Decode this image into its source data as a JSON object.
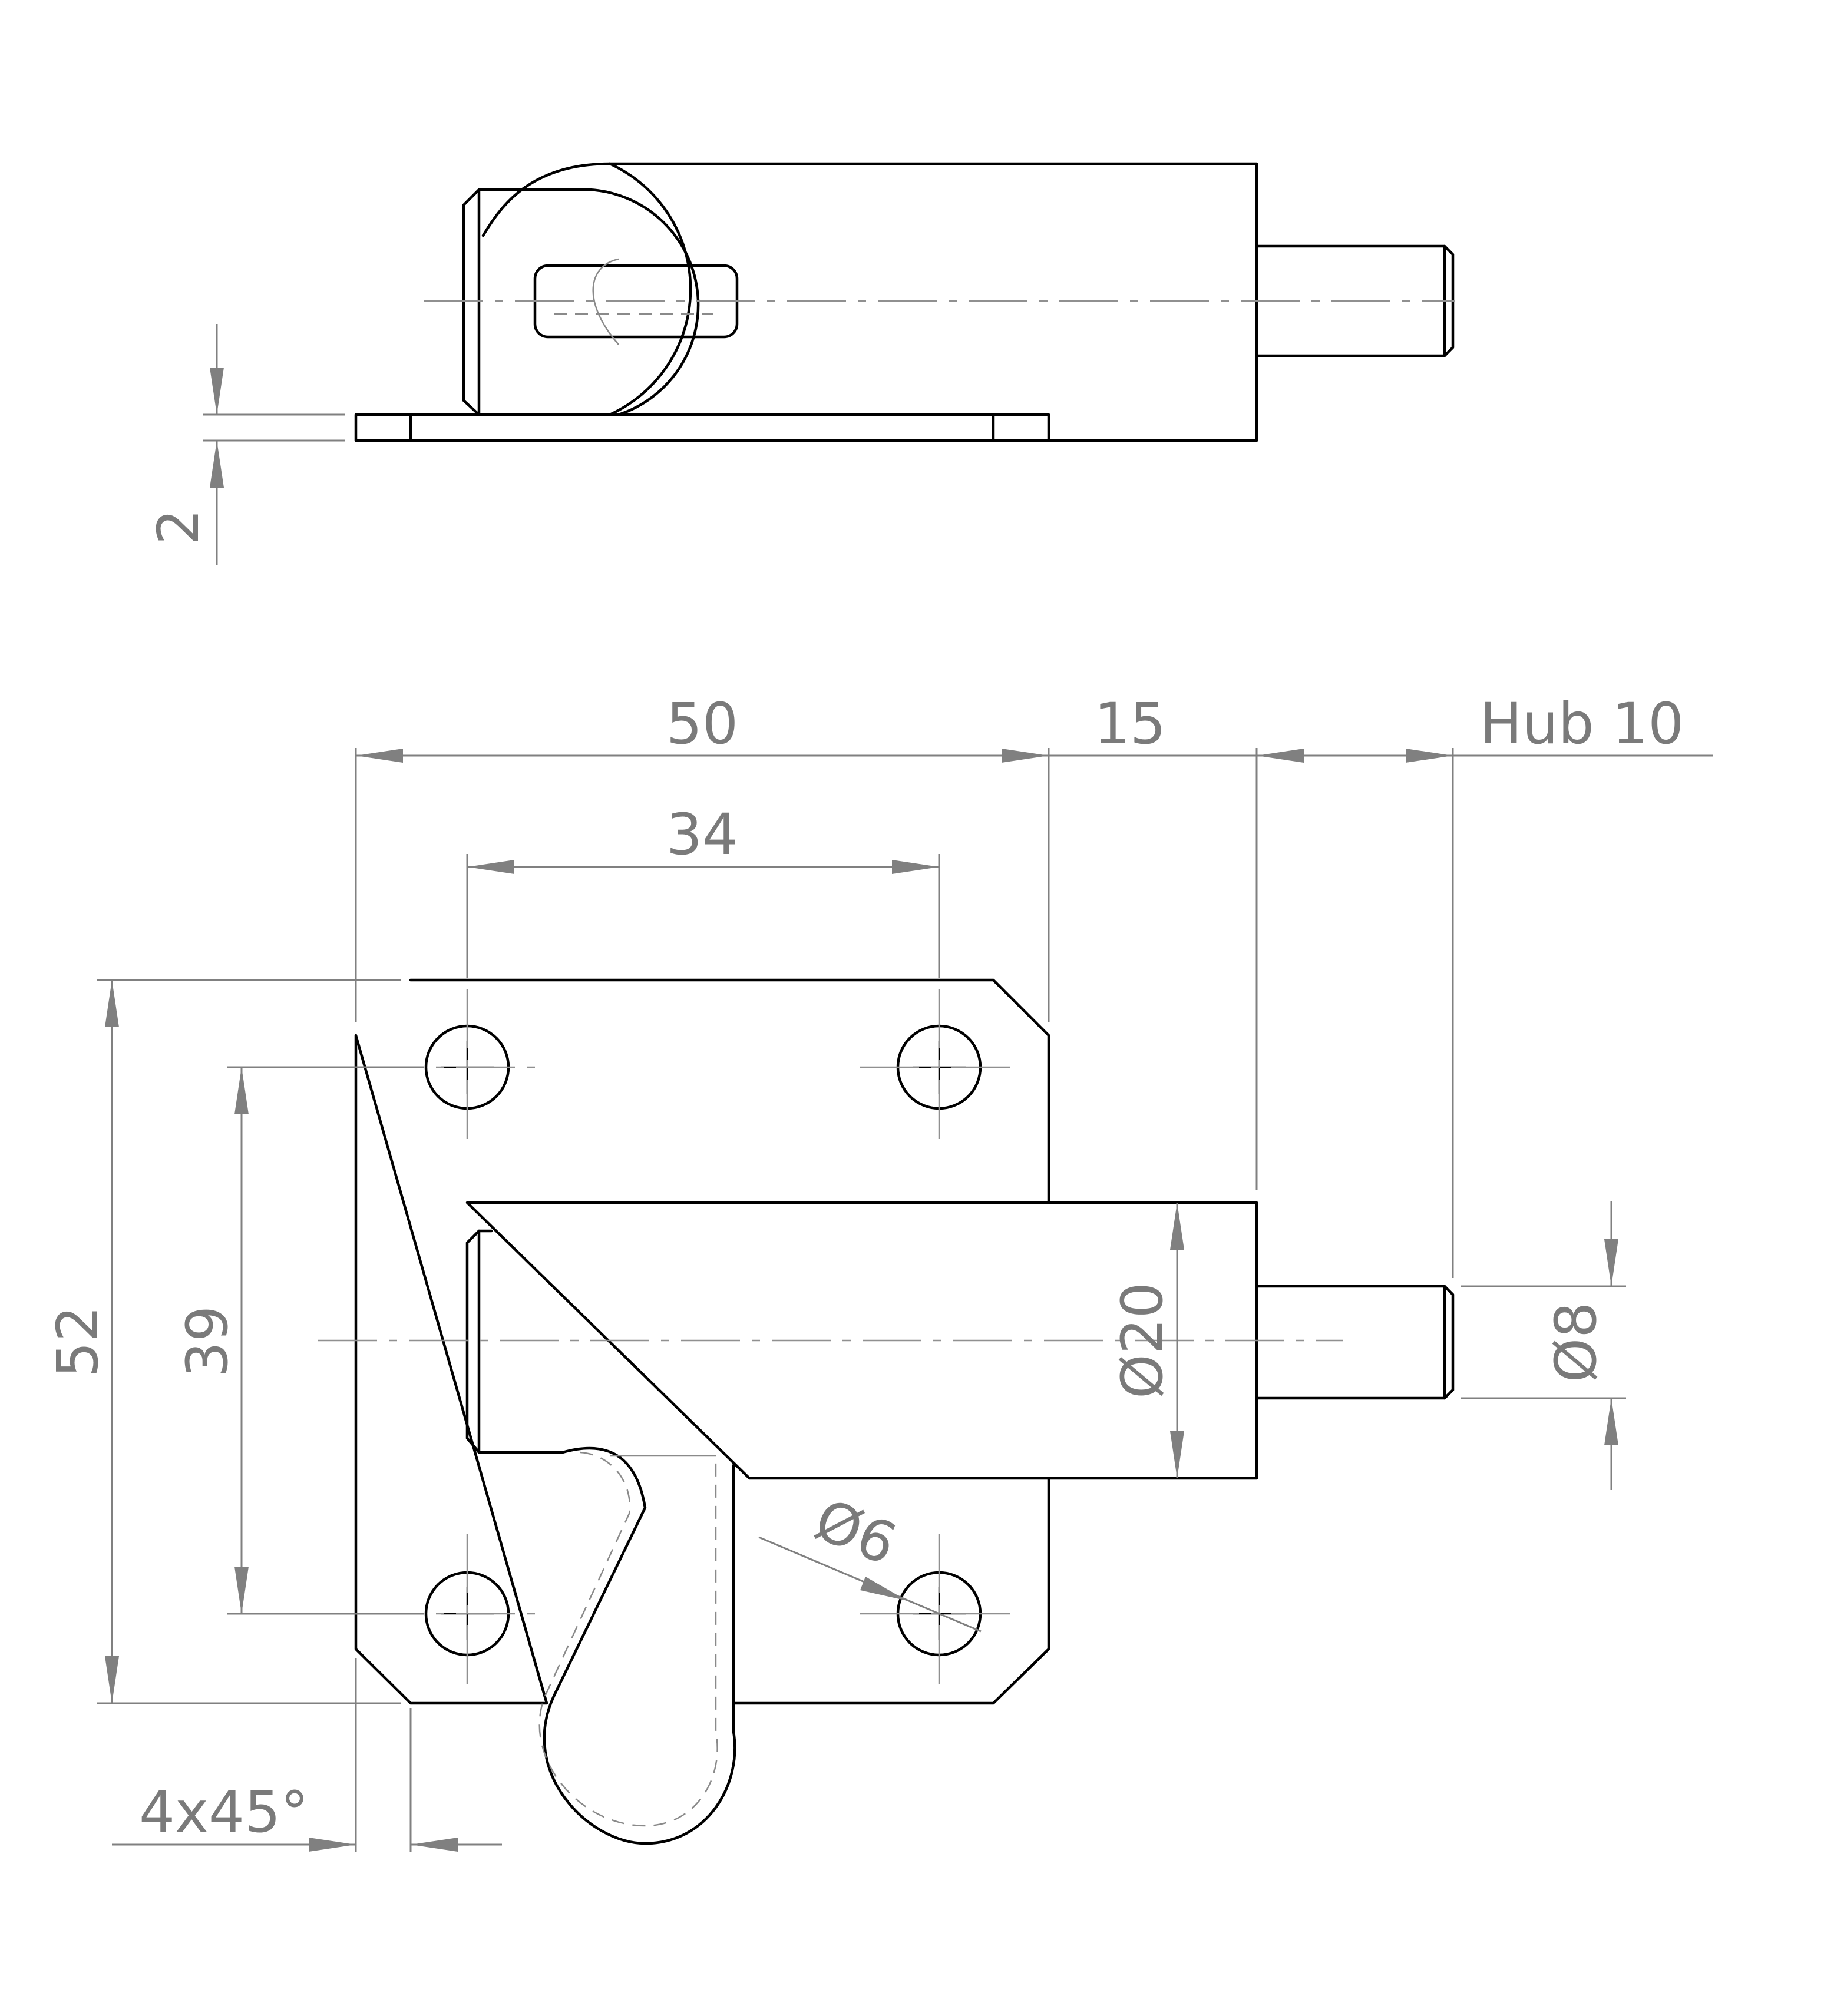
{
  "dimensions": {
    "thickness": "2",
    "plate_width": "50",
    "housing_offset": "15",
    "stroke": "Hub 10",
    "hole_spacing_x": "34",
    "plate_height": "52",
    "hole_spacing_y": "39",
    "body_diameter": "Ø20",
    "pin_diameter": "Ø8",
    "hole_diameter": "Ø6",
    "chamfer": "4x45°"
  }
}
